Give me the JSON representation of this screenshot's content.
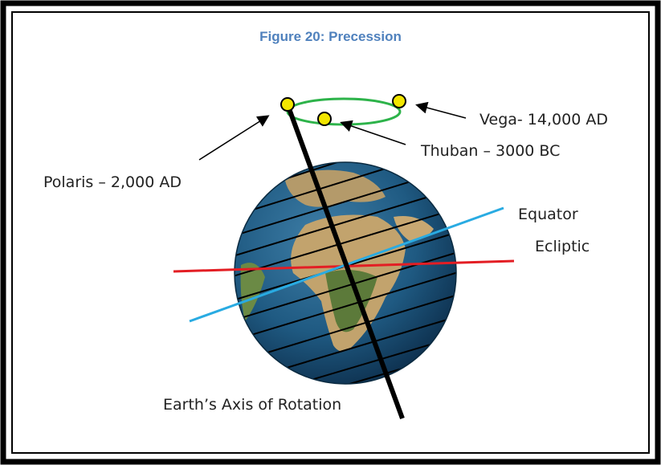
{
  "figure": {
    "title": "Figure 20: Precession"
  },
  "labels": {
    "polaris": "Polaris – 2,000 AD",
    "vega": "Vega- 14,000 AD",
    "thuban": "Thuban – 3000 BC",
    "equator": "Equator",
    "ecliptic": "Ecliptic",
    "axis": "Earth’s Axis of Rotation"
  },
  "colors": {
    "orbit": "#2db34a",
    "star": "#f2e600",
    "equator": "#29abe2",
    "ecliptic": "#e31e24",
    "axis": "#000000",
    "title": "#4f81bd"
  }
}
